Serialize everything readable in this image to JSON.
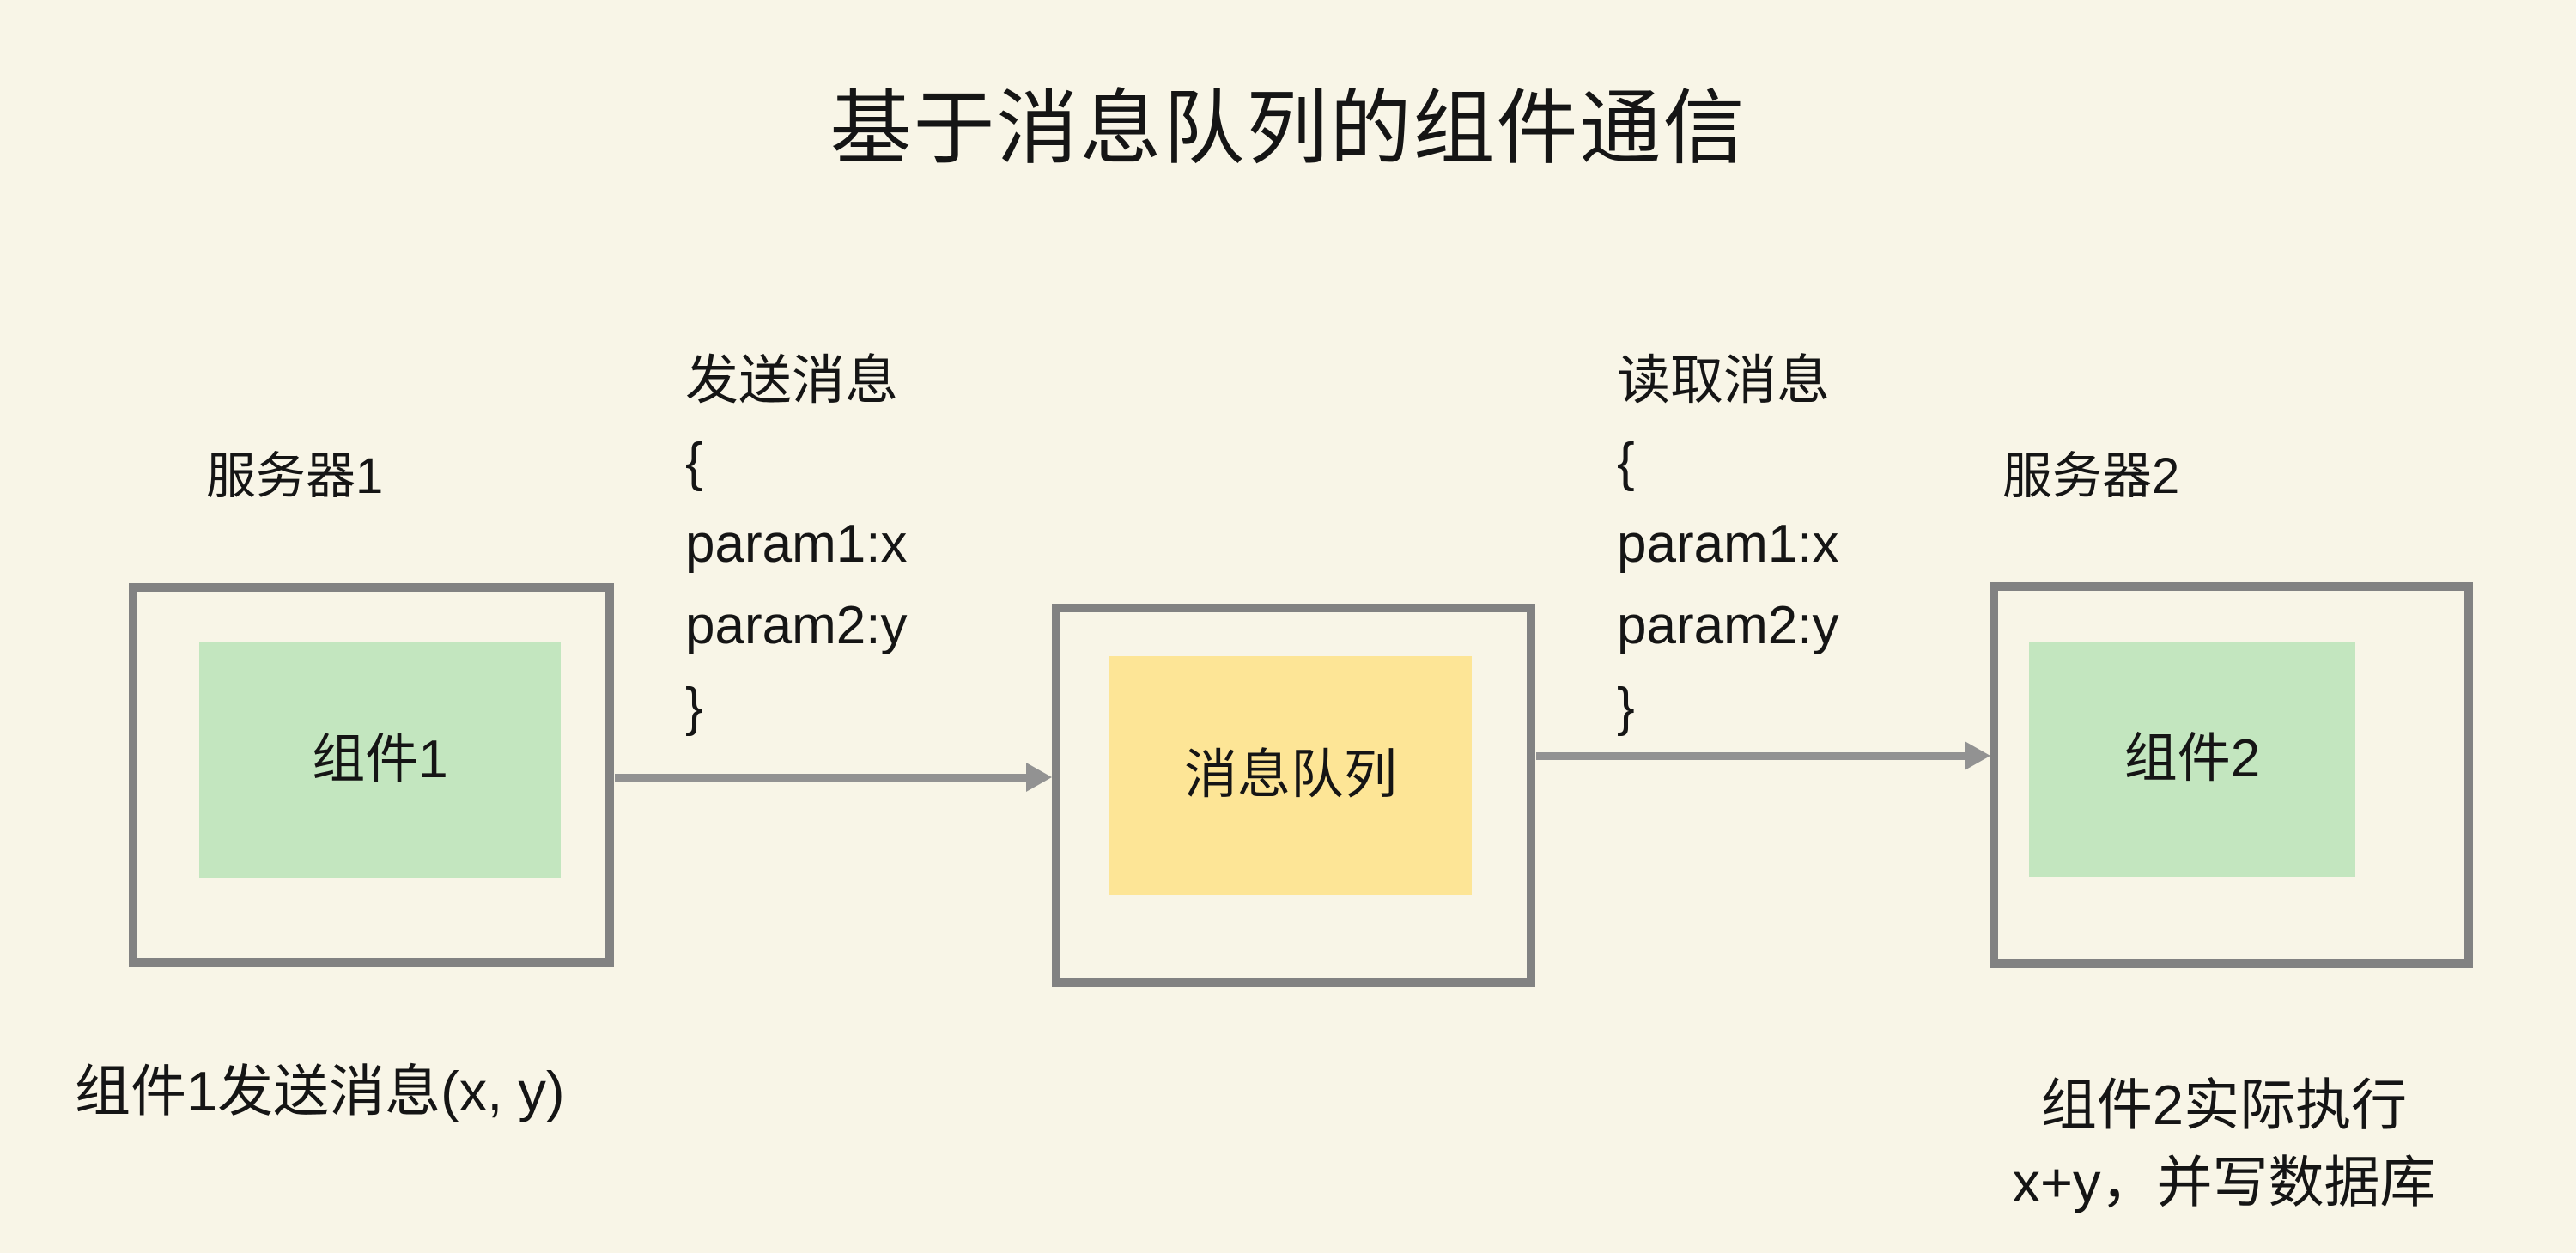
{
  "title": "基于消息队列的组件通信",
  "colors": {
    "background": "#f8f5e7",
    "box_border": "#828282",
    "component_fill": "#c3e6bf",
    "queue_fill": "#fde596",
    "arrow": "#929292",
    "text": "#151515"
  },
  "server1": {
    "label": "服务器1",
    "component": "组件1"
  },
  "queue": {
    "label": "消息队列"
  },
  "server2": {
    "label": "服务器2",
    "component": "组件2"
  },
  "annotations": {
    "send_message": "发送消息\n{\nparam1:x\nparam2:y\n}",
    "read_message": "读取消息\n{\nparam1:x\nparam2:y\n}",
    "bottom_left": "组件1发送消息(x, y)",
    "bottom_right": "组件2实际执行\nx+y，并写数据库"
  }
}
